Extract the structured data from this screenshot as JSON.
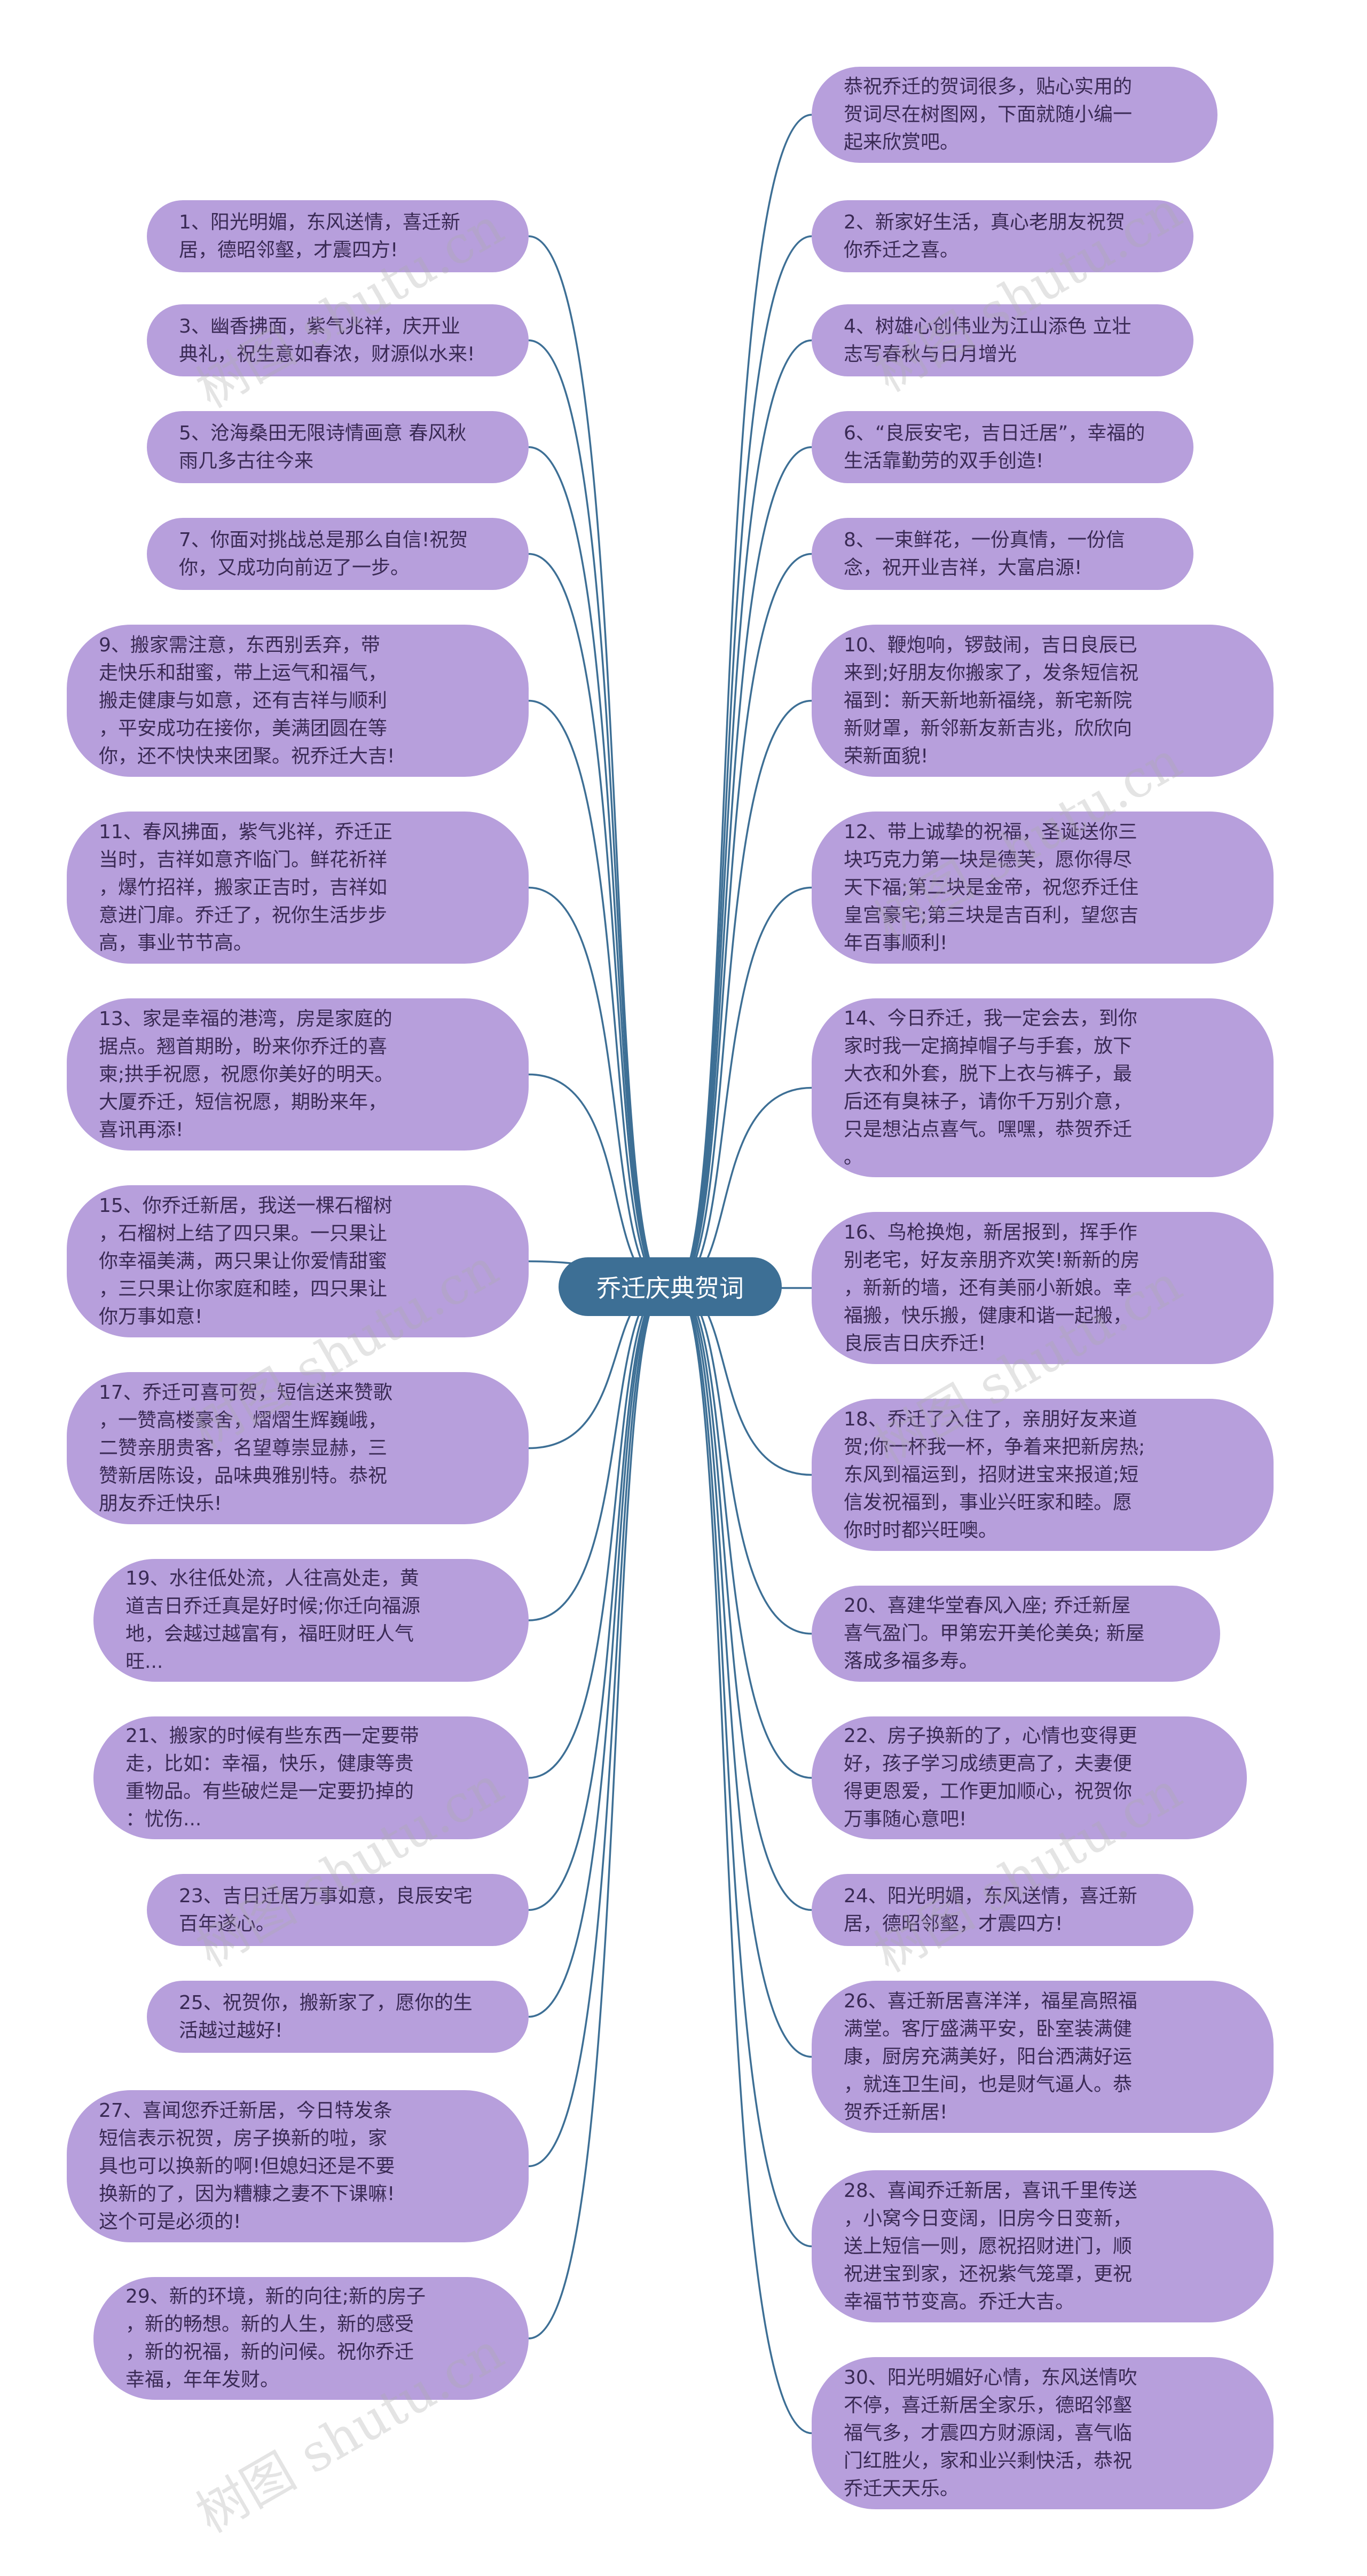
{
  "center": {
    "label": "乔迁庆典贺词"
  },
  "watermark": "树图 shutu.cn",
  "colors": {
    "node_fill": "#b79fdc",
    "node_text": "#3a2a55",
    "center_fill": "#3d6f95",
    "link": "#3d6f95"
  },
  "nodes": [
    {
      "text": "恭祝乔迁的贺词很多，贴心实用的\n贺词尽在树图网，下面就随小编一\n起来欣赏吧。"
    },
    {
      "text": "1、阳光明媚，东风送情，喜迁新\n居，德昭邻壑，才震四方!"
    },
    {
      "text": "2、新家好生活，真心老朋友祝贺\n你乔迁之喜。"
    },
    {
      "text": "3、幽香拂面，紫气兆祥，庆开业\n典礼，祝生意如春浓，财源似水来!"
    },
    {
      "text": "4、树雄心创伟业为江山添色 立壮\n志写春秋与日月增光"
    },
    {
      "text": "5、沧海桑田无限诗情画意 春风秋\n雨几多古往今来"
    },
    {
      "text": "6、“良辰安宅，吉日迁居”，幸福的\n生活靠勤劳的双手创造!"
    },
    {
      "text": "7、你面对挑战总是那么自信!祝贺\n你，又成功向前迈了一步。"
    },
    {
      "text": "8、一束鲜花，一份真情，一份信\n念，祝开业吉祥，大富启源!"
    },
    {
      "text": "9、搬家需注意，东西别丢弃，带\n走快乐和甜蜜，带上运气和福气，\n搬走健康与如意，还有吉祥与顺利\n，平安成功在接你，美满团圆在等\n你，还不快快来团聚。祝乔迁大吉!"
    },
    {
      "text": "10、鞭炮响，锣鼓闹，吉日良辰已\n来到;好朋友你搬家了，发条短信祝\n福到：新天新地新福绕，新宅新院\n新财罩，新邻新友新吉兆，欣欣向\n荣新面貌!"
    },
    {
      "text": "11、春风拂面，紫气兆祥，乔迁正\n当时，吉祥如意齐临门。鲜花祈祥\n，爆竹招祥，搬家正吉时，吉祥如\n意进门扉。乔迁了，祝你生活步步\n高，事业节节高。"
    },
    {
      "text": "12、带上诚挚的祝福，圣诞送你三\n块巧克力第一块是德芙，愿你得尽\n天下福;第二块是金帝，祝您乔迁住\n皇宫豪宅;第三块是吉百利，望您吉\n年百事顺利!"
    },
    {
      "text": "13、家是幸福的港湾，房是家庭的\n据点。翘首期盼，盼来你乔迁的喜\n柬;拱手祝愿，祝愿你美好的明天。\n大厦乔迁，短信祝愿，期盼来年，\n喜讯再添!"
    },
    {
      "text": "14、今日乔迁，我一定会去，到你\n家时我一定摘掉帽子与手套，放下\n大衣和外套，脱下上衣与裤子，最\n后还有臭袜子，请你千万别介意，\n只是想沾点喜气。嘿嘿，恭贺乔迁\n。"
    },
    {
      "text": "15、你乔迁新居，我送一棵石榴树\n，石榴树上结了四只果。一只果让\n你幸福美满，两只果让你爱情甜蜜\n，三只果让你家庭和睦，四只果让\n你万事如意!"
    },
    {
      "text": "16、鸟枪换炮，新居报到，挥手作\n别老宅，好友亲朋齐欢笑!新新的房\n，新新的墙，还有美丽小新娘。幸\n福搬，快乐搬，健康和谐一起搬，\n良辰吉日庆乔迁!"
    },
    {
      "text": "17、乔迁可喜可贺，短信送来赞歌\n，一赞高楼豪舍，熠熠生辉巍峨，\n二赞亲朋贵客，名望尊崇显赫，三\n赞新居陈设，品味典雅别特。恭祝\n朋友乔迁快乐!"
    },
    {
      "text": "18、乔迁了入住了，亲朋好友来道\n贺;你一杯我一杯，争着来把新房热;\n东风到福运到，招财进宝来报道;短\n信发祝福到，事业兴旺家和睦。愿\n你时时都兴旺噢。"
    },
    {
      "text": "19、水往低处流，人往高处走，黄\n道吉日乔迁真是好时候;你迁向福源\n地，会越过越富有，福旺财旺人气\n旺..."
    },
    {
      "text": "20、喜建华堂春风入座; 乔迁新屋\n喜气盈门。甲第宏开美伦美奂; 新屋\n落成多福多寿。"
    },
    {
      "text": "21、搬家的时候有些东西一定要带\n走，比如：幸福，快乐，健康等贵\n重物品。有些破烂是一定要扔掉的\n：忧伤..."
    },
    {
      "text": "22、房子换新的了，心情也变得更\n好，孩子学习成绩更高了，夫妻便\n得更恩爱，工作更加顺心，祝贺你\n万事随心意吧!"
    },
    {
      "text": "23、吉日迁居万事如意，良辰安宅\n百年遂心。"
    },
    {
      "text": "24、阳光明媚，东风送情，喜迁新\n居，德昭邻壑，才震四方!"
    },
    {
      "text": "25、祝贺你，搬新家了，愿你的生\n活越过越好!"
    },
    {
      "text": "26、喜迁新居喜洋洋，福星高照福\n满堂。客厅盛满平安，卧室装满健\n康，厨房充满美好，阳台洒满好运\n，就连卫生间，也是财气逼人。恭\n贺乔迁新居!"
    },
    {
      "text": "27、喜闻您乔迁新居，今日特发条\n短信表示祝贺，房子换新的啦，家\n具也可以换新的啊!但媳妇还是不要\n换新的了，因为糟糠之妻不下课嘛!\n这个可是必须的!"
    },
    {
      "text": "28、喜闻乔迁新居，喜讯千里传送\n，小窝今日变阔，旧房今日变新，\n送上短信一则，愿祝招财进门，顺\n祝进宝到家，还祝紫气笼罩，更祝\n幸福节节变高。乔迁大吉。"
    },
    {
      "text": "29、新的环境，新的向往;新的房子\n，新的畅想。新的人生，新的感受\n，新的祝福，新的问候。祝你乔迁\n幸福，年年发财。"
    },
    {
      "text": "30、阳光明媚好心情，东风送情吹\n不停，喜迁新居全家乐，德昭邻壑\n福气多，才震四方财源阔，喜气临\n门红胜火，家和业兴剩快活，恭祝\n乔迁天天乐。"
    }
  ]
}
